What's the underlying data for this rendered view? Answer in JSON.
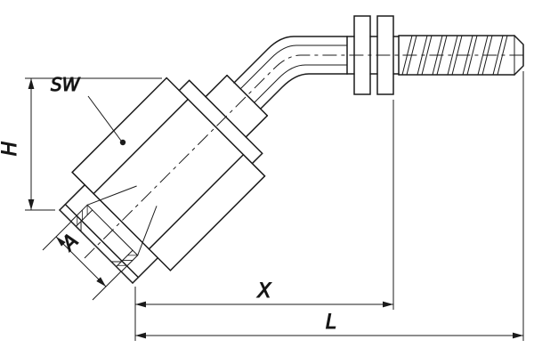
{
  "colors": {
    "line": "#1b1b1b",
    "background": "#ffffff",
    "text": "#111111"
  },
  "dimension_labels": {
    "sw": "SW",
    "h": "H",
    "a": "A",
    "x": "X",
    "l": "L"
  }
}
